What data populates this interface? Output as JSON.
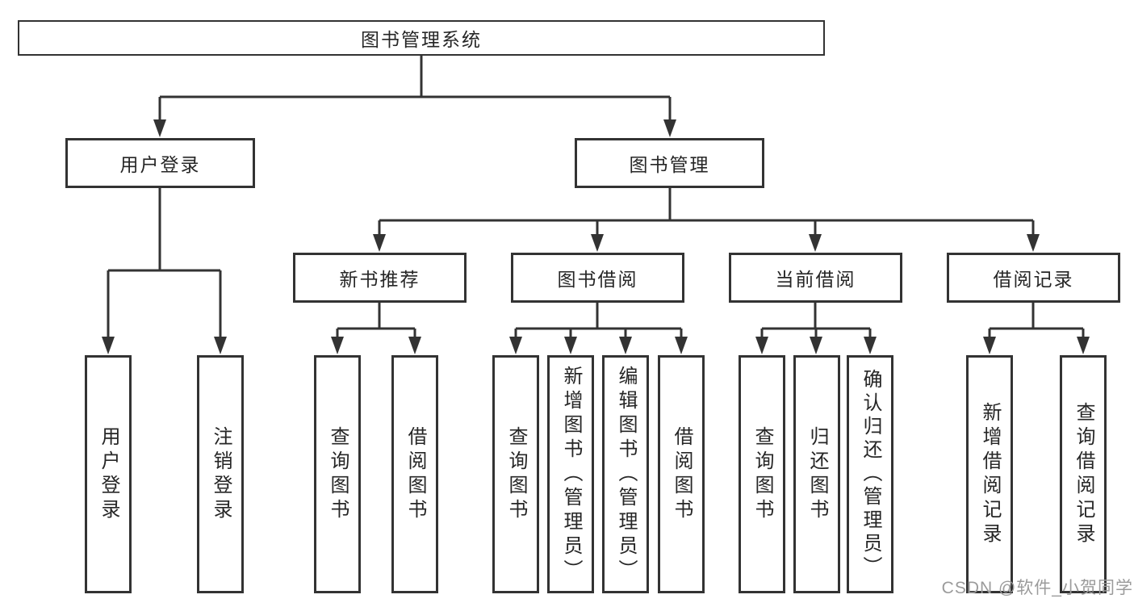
{
  "diagram": {
    "root": {
      "label": "图书管理系统"
    },
    "level2": [
      {
        "label": "用户登录",
        "children": [
          {
            "label": "用户登录"
          },
          {
            "label": "注销登录"
          }
        ]
      },
      {
        "label": "图书管理",
        "sections": [
          {
            "label": "新书推荐",
            "children": [
              {
                "label": "查询图书"
              },
              {
                "label": "借阅图书"
              }
            ]
          },
          {
            "label": "图书借阅",
            "children": [
              {
                "label": "查询图书"
              },
              {
                "label": "新增图书（管理员）"
              },
              {
                "label": "编辑图书（管理员）"
              },
              {
                "label": "借阅图书"
              }
            ]
          },
          {
            "label": "当前借阅",
            "children": [
              {
                "label": "查询图书"
              },
              {
                "label": "归还图书"
              },
              {
                "label": "确认归还（管理员）"
              }
            ]
          },
          {
            "label": "借阅记录",
            "children": [
              {
                "label": "新增借阅记录"
              },
              {
                "label": "查询借阅记录"
              }
            ]
          }
        ]
      }
    ]
  },
  "watermark": {
    "text": "CSDN @软件_小贺同学"
  },
  "colors": {
    "line": "#333333",
    "box_border": "#333333",
    "text": "#262626",
    "background": "#ffffff",
    "watermark": "#9b9b9b"
  }
}
